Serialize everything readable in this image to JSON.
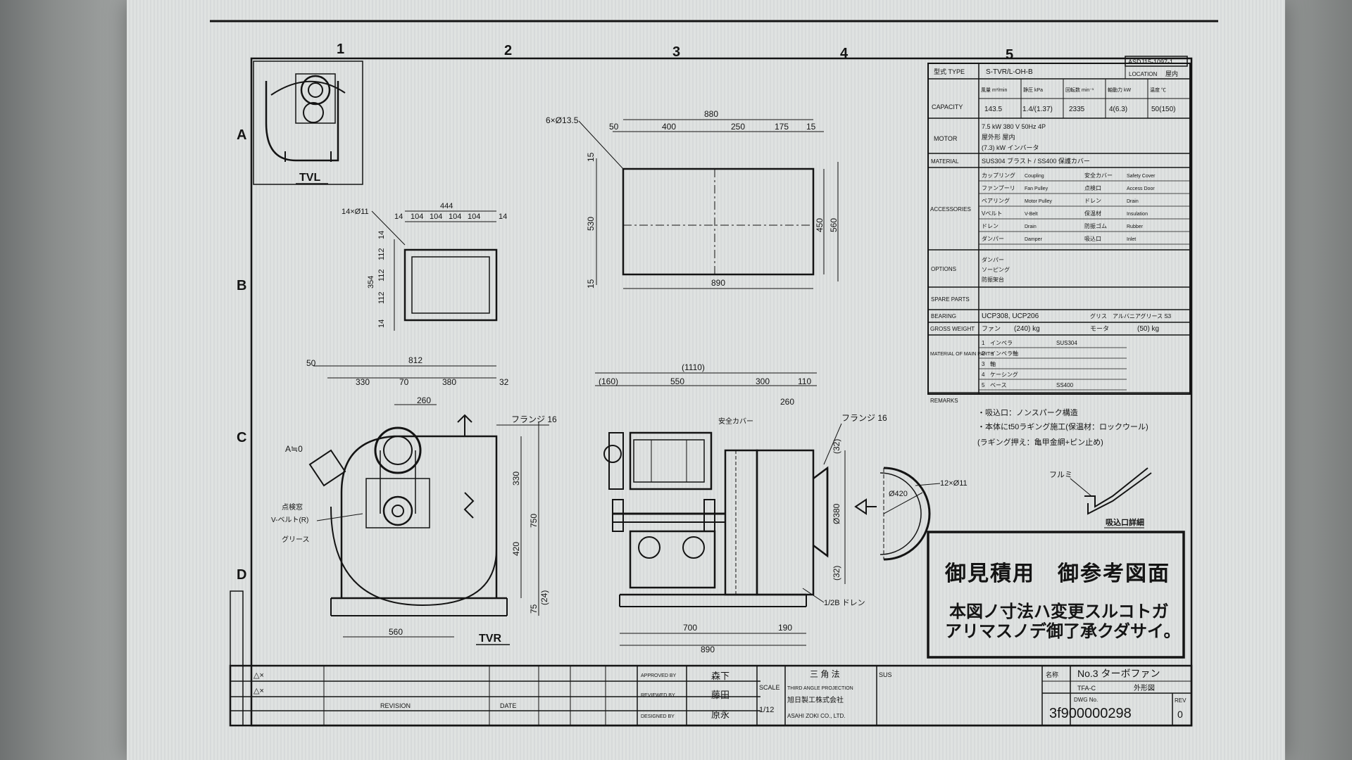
{
  "grid": {
    "columns": [
      "1",
      "2",
      "3",
      "4",
      "5"
    ],
    "rows": [
      "A",
      "B",
      "C",
      "D"
    ]
  },
  "views": {
    "top_left_label": "TVL",
    "bottom_view_label": "TVR",
    "small_rect": {
      "width_total": "444",
      "holes": "14×Ø11",
      "h_dims": [
        "14",
        "104",
        "104",
        "104",
        "104",
        "14"
      ],
      "v_dims": [
        "14",
        "112",
        "112",
        "112",
        "14"
      ],
      "height_total": "354"
    },
    "base_plan": {
      "holes": "6×Ø13.5",
      "width_total": "880",
      "top_dims": [
        "50",
        "400",
        "250",
        "175",
        "15"
      ],
      "left_dims": [
        "15",
        "530",
        "15"
      ],
      "right_dims": [
        "450",
        "560"
      ],
      "bottom_dim": "890"
    },
    "front_view": {
      "top_total": "812",
      "offset": "50",
      "top_dims": [
        "330",
        "70",
        "380",
        "32"
      ],
      "inner_dim": "260",
      "flange_label": "フランジ 16",
      "angle_label": "A≒0",
      "vbelt_label": "V-ベルト(R)",
      "vbelt_title": "点検窓",
      "grease_label": "グリース",
      "right_dims": [
        "330",
        "750",
        "420",
        "75",
        "(24)"
      ],
      "bottom_dim": "560"
    },
    "side_view": {
      "top_total": "(1110)",
      "top_dims": [
        "(160)",
        "550",
        "300",
        "110"
      ],
      "inner_dim": "260",
      "cover_label": "安全カバー",
      "flange_label": "フランジ 16",
      "right_dims": [
        "(32)",
        "Ø380",
        "(32)"
      ],
      "drain_label": "1/2B ドレン",
      "bottom_dims": [
        "700",
        "190"
      ],
      "bottom_total": "890"
    },
    "inlet_detail": {
      "holes": "12×Ø11",
      "diameter": "Ø420",
      "flange_label": "フルミ",
      "title": "吸込口詳細"
    }
  },
  "spec_table": {
    "doc_code": "ASDJ15-1097-1",
    "type_label": "型式 TYPE",
    "type_value": "S-TVR/L-OH-B",
    "location_label": "LOCATION",
    "location_value": "屋内",
    "capacity_label": "CAPACITY",
    "capacity_headers": [
      "風量 m³/min",
      "静圧 kPa",
      "回転数 min⁻¹",
      "軸動力 kW",
      "温度 ℃"
    ],
    "capacity_values": [
      "143.5",
      "1.4/(1.37)",
      "2335",
      "4(6.3)",
      "50(150)"
    ],
    "motor_label": "MOTOR",
    "motor_line1": "7.5 kW 380 V 50Hz 4P",
    "motor_line2": "屋外形 屋内",
    "motor_line3": "(7.3) kW インバータ",
    "material_label": "MATERIAL",
    "material_value": "SUS304 ブラスト / SS400 保護カバー",
    "accessories_label": "ACCESSORIES",
    "accessories_rows": [
      [
        "カップリング",
        "Coupling",
        "安全カバー",
        "Safety Cover"
      ],
      [
        "ファンプーリ",
        "Fan Pulley",
        "点検口",
        "Access Door"
      ],
      [
        "ベアリング",
        "Motor Pulley",
        "ドレン",
        "Drain"
      ],
      [
        "Vベルト",
        "V-Belt",
        "保温材",
        "Insulation"
      ],
      [
        "ドレン",
        "Drain",
        "防振ゴム",
        "Rubber"
      ],
      [
        "ダンパー",
        "Damper",
        "吸込口",
        "Inlet"
      ]
    ],
    "options_label": "OPTIONS",
    "options_rows": [
      "ダンパー",
      "ソーピング",
      "防振架台"
    ],
    "spare_label": "SPARE PARTS",
    "bearing_label": "BEARING",
    "bearing_value": "UCP308, UCP206",
    "grease_label": "グリス",
    "grease_value": "アルバニアグリース S3",
    "weight_label": "GROSS WEIGHT",
    "fan_weight_label": "ファン",
    "fan_weight": "(240) kg",
    "motor_weight_label": "モータ",
    "motor_weight": "(50) kg",
    "material_parts_label": "MATERIAL OF MAIN PARTS",
    "parts": [
      [
        "1",
        "インペラ",
        "SUS304"
      ],
      [
        "2",
        "インペラ軸",
        ""
      ],
      [
        "3",
        "軸",
        ""
      ],
      [
        "4",
        "ケーシング",
        ""
      ],
      [
        "5",
        "ベース",
        "SS400"
      ]
    ],
    "remarks_label": "REMARKS",
    "remarks": [
      "・吸込口：ノンスパーク構造",
      "・本体にt50ラギング施工(保温材：ロックウール)",
      "(ラギング押え：亀甲金網+ピン止め)"
    ]
  },
  "notice": {
    "title": "御見積用　御参考図面",
    "line1": "本図ノ寸法ハ変更スルコトガ",
    "line2": "アリマスノデ御了承クダサイ。"
  },
  "title_block": {
    "approved_label": "APPROVED BY",
    "approved_name": "森下",
    "reviewed_label": "REVIEWED BY",
    "reviewed_name": "藤田",
    "designed_label": "DESIGNED BY",
    "designed_name": "原永",
    "scale_label": "SCALE",
    "scale_value": "1/12",
    "projection": "THIRD ANGLE PROJECTION",
    "projection_jp": "三 角 法",
    "company": "ASAHI ZOKI CO., LTD.",
    "company_jp": "旭日製工株式会社",
    "name_label": "名称",
    "name_value": "No.3 ターボファン",
    "model_value": "TFA-C",
    "drawing_type": "外形図",
    "dwg_label": "DWG No.",
    "dwg_value": "3f900000298",
    "rev_label": "REV",
    "rev_value": "0",
    "revision_label": "REVISION",
    "date_label": "DATE",
    "material_code": "SUS",
    "revision_marks": [
      "△×",
      "△×"
    ]
  }
}
